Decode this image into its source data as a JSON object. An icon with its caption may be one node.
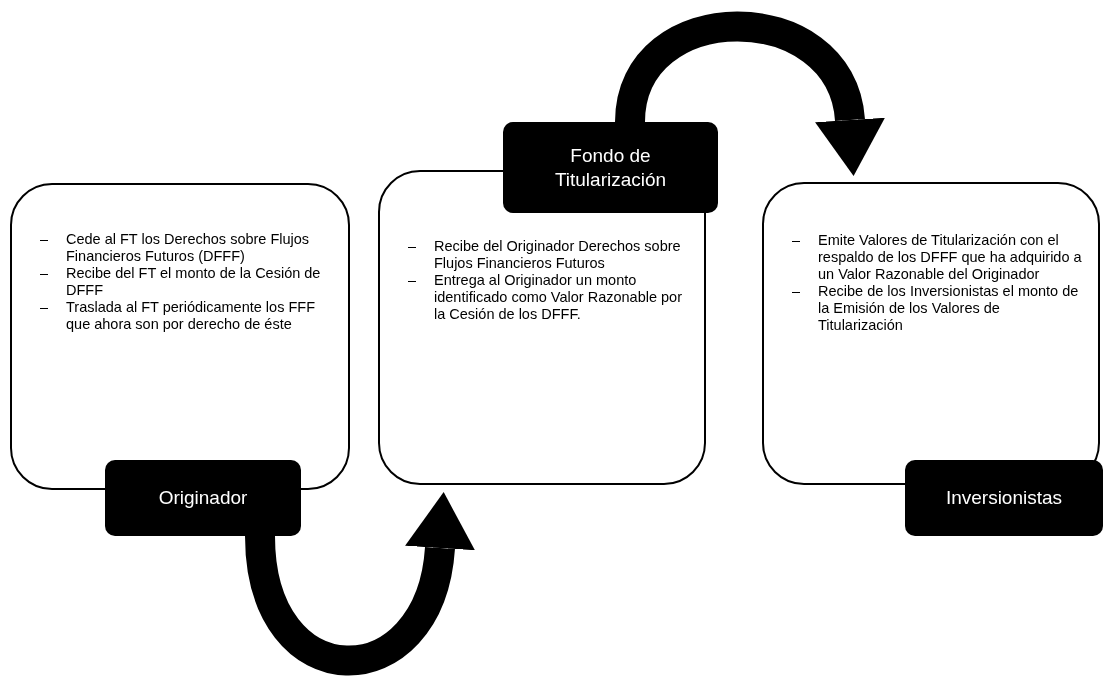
{
  "diagram": {
    "nodes": [
      {
        "text": [
          "Cede al FT los Derechos sobre Flujos Financieros Futuros (DFFF)",
          "Recibe del FT el monto de la Cesión de DFFF",
          "Traslada al FT periódicamente los FFF que ahora son por derecho de éste"
        ]
      },
      {
        "text": [
          "Originador"
        ]
      },
      {
        "text": [
          "Fondo de Titularización"
        ]
      },
      {
        "text": [
          "Recibe del Originador Derechos sobre Flujos Financieros Futuros",
          "Entrega al Originador un monto identificado como Valor Razonable por la Cesión de los DFFF."
        ]
      },
      {
        "text": [
          "Emite Valores de Titularización con el respaldo de los DFFF que ha adquirido a un Valor Razonable del Originador",
          "Recibe de los Inversionistas el monto de la Emisión de los Valores de Titularización"
        ]
      },
      {
        "text": [
          "Inversionistas"
        ]
      }
    ],
    "edges": [
      {
        "from": 1,
        "to": 3,
        "arrow": "to"
      },
      {
        "from": 2,
        "to": 4,
        "arrow": "to"
      }
    ]
  }
}
